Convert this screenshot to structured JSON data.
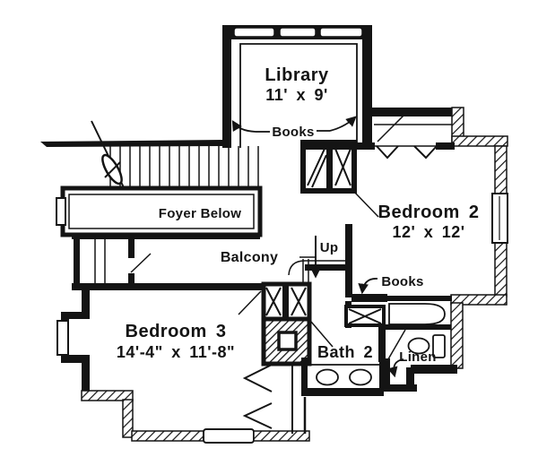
{
  "plan": {
    "colors": {
      "ink": "#141414",
      "paper": "#ffffff"
    },
    "rooms": {
      "library": {
        "name": "Library",
        "dims": "11' x 9'"
      },
      "bedroom2": {
        "name": "Bedroom 2",
        "dims": "12' x 12'"
      },
      "bedroom3": {
        "name": "Bedroom 3",
        "dims": "14'-4\" x 11'-8\""
      },
      "bath2": {
        "name": "Bath 2"
      },
      "foyer": {
        "name": "Foyer Below"
      },
      "balcony": {
        "name": "Balcony"
      }
    },
    "labels": {
      "books_library": "Books",
      "books_bedroom2": "Books",
      "up": "Up",
      "linen": "Linen"
    }
  }
}
